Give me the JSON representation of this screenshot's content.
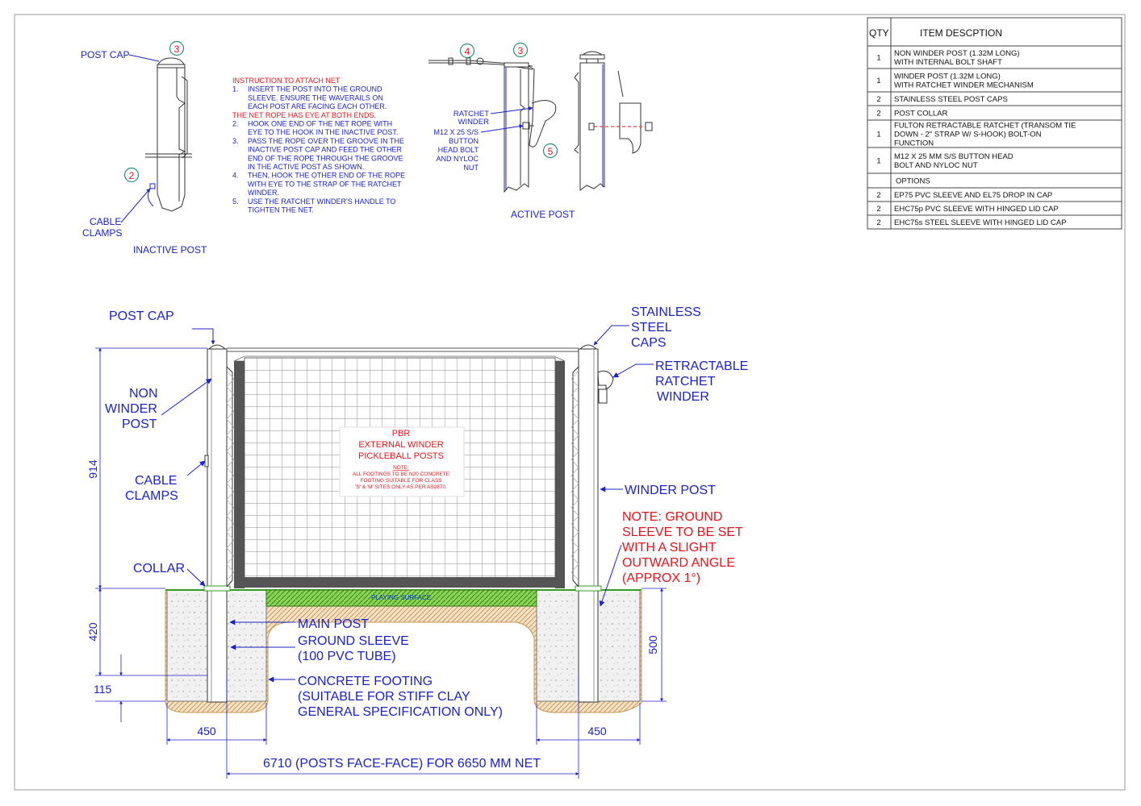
{
  "table": {
    "header": {
      "qty": "QTY",
      "desc": "ITEM DESCPTION"
    },
    "rows": [
      {
        "qty": "1",
        "lines": [
          "NON WINDER POST (1.32M LONG)",
          "WITH INTERNAL BOLT SHAFT"
        ]
      },
      {
        "qty": "1",
        "lines": [
          "WINDER POST (1.32M LONG)",
          "WITH RATCHET WINDER MECHANISM"
        ]
      },
      {
        "qty": "2",
        "lines": [
          "STAINLESS STEEL POST CAPS"
        ]
      },
      {
        "qty": "2",
        "lines": [
          "POST COLLAR"
        ]
      },
      {
        "qty": "1",
        "lines": [
          "FULTON RETRACTABLE RATCHET (TRANSOM TIE",
          "DOWN - 2\" STRAP W/ S-HOOK) BOLT-ON",
          "FUNCTION"
        ]
      },
      {
        "qty": "1",
        "lines": [
          "M12 X 25 MM S/S BUTTON HEAD",
          "BOLT AND NYLOC NUT"
        ]
      },
      {
        "qty": "",
        "lines": [
          "OPTIONS"
        ]
      },
      {
        "qty": "2",
        "lines": [
          "EP75 PVC SLEEVE AND EL75 DROP IN CAP"
        ]
      },
      {
        "qty": "2",
        "lines": [
          "EHC75p PVC SLEEVE WITH HINGED LID CAP"
        ]
      },
      {
        "qty": "2",
        "lines": [
          "EHC75s STEEL SLEEVE WITH HINGED LID CAP"
        ]
      }
    ]
  },
  "inactive_post": {
    "post_cap": "POST CAP",
    "cable_clamps_1": "CABLE",
    "cable_clamps_2": "CLAMPS",
    "caption": "INACTIVE POST",
    "callout_3": "3",
    "callout_2": "2"
  },
  "instructions": {
    "title": "INSTRUCTION TO ATTACH NET",
    "steps": [
      {
        "num": "1.",
        "lines": [
          "INSERT THE POST INTO THE GROUND",
          "SLEEVE. ENSURE THE WAVERAILS ON",
          "EACH POST ARE FACING EACH OTHER."
        ]
      }
    ],
    "red_note": "THE NET ROPE HAS EYE AT BOTH ENDS.",
    "steps2": [
      {
        "num": "2.",
        "lines": [
          "HOOK ONE END OF THE NET ROPE WITH",
          "EYE TO THE HOOK IN THE INACTIVE POST."
        ]
      },
      {
        "num": "3.",
        "lines": [
          "PASS THE ROPE OVER THE GROOVE IN THE",
          "INACTIVE POST CAP AND FEED THE OTHER",
          "END OF THE ROPE THROUGH THE GROOVE",
          "IN THE ACTIVE POST AS SHOWN."
        ]
      },
      {
        "num": "4.",
        "lines": [
          "THEN, HOOK THE OTHER END OF THE ROPE",
          "WITH EYE TO THE STRAP OF THE RATCHET",
          "WINDER."
        ]
      },
      {
        "num": "5.",
        "lines": [
          "USE THE RATCHET WINDER'S HANDLE TO",
          "TIGHTEN THE NET."
        ]
      }
    ]
  },
  "active_post": {
    "ratchet_1": "RATCHET",
    "ratchet_2": "WINDER",
    "bolt_1": "M12 X 25 S/S",
    "bolt_2": "BUTTON",
    "bolt_3": "HEAD BOLT",
    "bolt_4": "AND NYLOC",
    "bolt_5": "NUT",
    "caption": "ACTIVE POST",
    "callout_4": "4",
    "callout_3": "3",
    "callout_5": "5"
  },
  "elevation": {
    "post_cap": "POST CAP",
    "non_winder_1": "NON",
    "non_winder_2": "WINDER",
    "non_winder_3": "POST",
    "cable_1": "CABLE",
    "cable_2": "CLAMPS",
    "collar": "COLLAR",
    "ss_caps_1": "STAINLESS",
    "ss_caps_2": "STEEL",
    "ss_caps_3": "CAPS",
    "ratchet_1": "RETRACTABLE",
    "ratchet_2": "RATCHET",
    "ratchet_3": "WINDER",
    "winder_post": "WINDER POST",
    "note_1": "NOTE: GROUND",
    "note_2": "SLEEVE TO BE SET",
    "note_3": "WITH A SLIGHT",
    "note_4": "OUTWARD ANGLE",
    "note_5": "(APPROX 1°)",
    "main_post": "MAIN POST",
    "sleeve_1": "GROUND SLEEVE",
    "sleeve_2": "(100 PVC TUBE)",
    "footing_1": "CONCRETE FOOTING",
    "footing_2": "(SUITABLE FOR STIFF CLAY",
    "footing_3": "GENERAL SPECIFICATION ONLY)",
    "playing_surface": "PLAYING SURFACE",
    "sign_1": "PBR",
    "sign_2": "EXTERNAL WINDER",
    "sign_3": "PICKLEBALL POSTS",
    "sign_note_label": "NOTE:",
    "sign_note_1": "ALL FOOTINGS TO BE N20 CONCRETE",
    "sign_note_2": "FOOTING SUITABLE FOR CLASS",
    "sign_note_3": "'S' & 'M' SITES ONLY AS PER AS2870.",
    "dim_914": "914",
    "dim_420": "420",
    "dim_115": "115",
    "dim_500": "500",
    "dim_450_left": "450",
    "dim_450_right": "450",
    "dim_span": "6710 (POSTS FACE-FACE) FOR 6650 MM NET"
  },
  "colors": {
    "blue": "#1c22c8",
    "red": "#e8141a",
    "turf": "#5fb829",
    "soil": "#d8b07a"
  }
}
